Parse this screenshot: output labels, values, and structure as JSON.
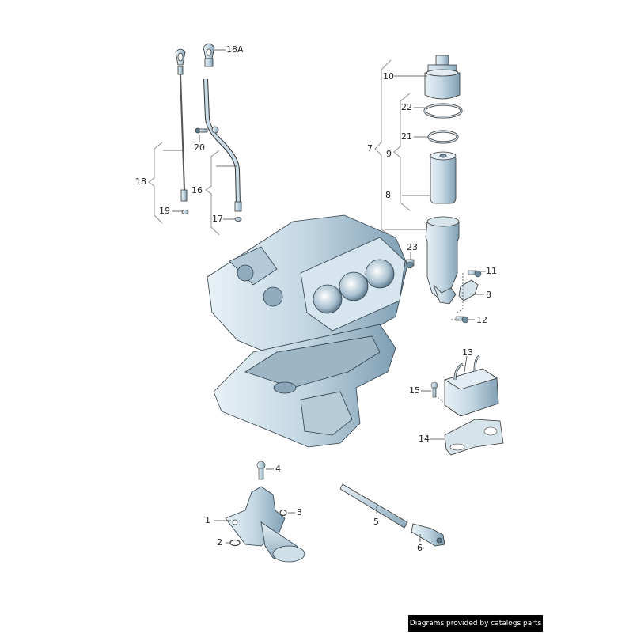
{
  "diagram": {
    "type": "exploded-parts-diagram",
    "subject": "Engine block, oil pan, oil filter housing, oil cooler, oil pump and dipstick",
    "colors": {
      "part_fill": "#c9dbe6",
      "part_shade": "#7f9fb3",
      "part_dark": "#4d6b80",
      "line": "#333333",
      "leader": "#444444",
      "bracket": "#888888"
    }
  },
  "callouts": [
    {
      "id": "18A",
      "label": "18A"
    },
    {
      "id": "20",
      "label": "20"
    },
    {
      "id": "18",
      "label": "18"
    },
    {
      "id": "16",
      "label": "16"
    },
    {
      "id": "19",
      "label": "19"
    },
    {
      "id": "17",
      "label": "17"
    },
    {
      "id": "10",
      "label": "10"
    },
    {
      "id": "22",
      "label": "22"
    },
    {
      "id": "21",
      "label": "21"
    },
    {
      "id": "7",
      "label": "7"
    },
    {
      "id": "9",
      "label": "9"
    },
    {
      "id": "8a",
      "label": "8"
    },
    {
      "id": "23",
      "label": "23"
    },
    {
      "id": "11",
      "label": "11"
    },
    {
      "id": "8b",
      "label": "8"
    },
    {
      "id": "12",
      "label": "12"
    },
    {
      "id": "13",
      "label": "13"
    },
    {
      "id": "15",
      "label": "15"
    },
    {
      "id": "14",
      "label": "14"
    },
    {
      "id": "4",
      "label": "4"
    },
    {
      "id": "3",
      "label": "3"
    },
    {
      "id": "1",
      "label": "1"
    },
    {
      "id": "2",
      "label": "2"
    },
    {
      "id": "5",
      "label": "5"
    },
    {
      "id": "6",
      "label": "6"
    }
  ],
  "footer": {
    "text": "Diagrams provided by catalogs parts"
  }
}
